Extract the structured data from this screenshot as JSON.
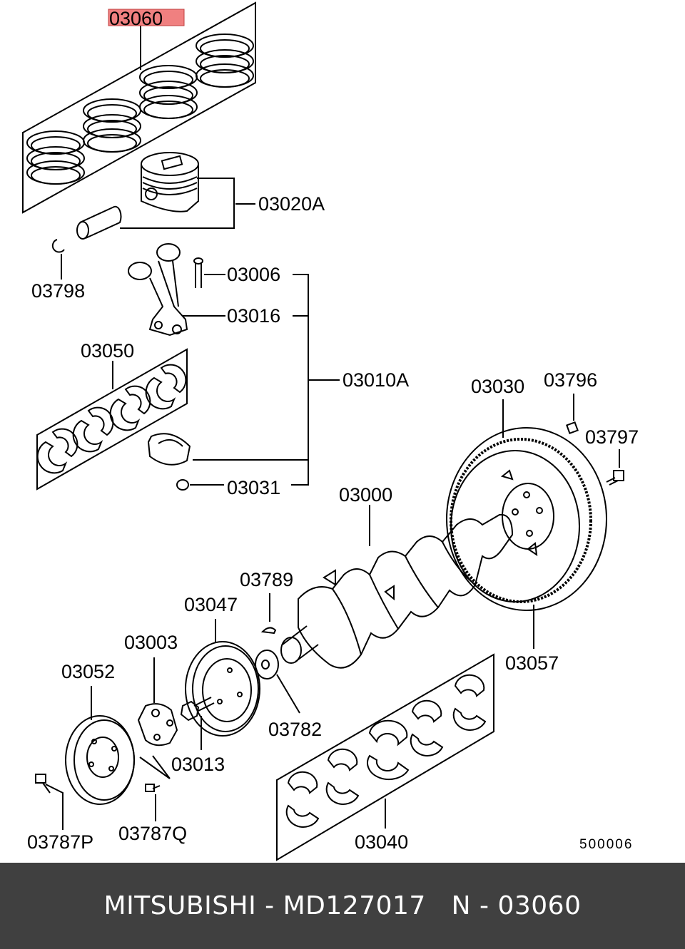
{
  "highlight_color": "#f08080",
  "footer_bg": "#404040",
  "labels": {
    "p03060": "03060",
    "p03020A": "03020A",
    "p03798": "03798",
    "p03006": "03006",
    "p03016": "03016",
    "p03050": "03050",
    "p03010A": "03010A",
    "p03030": "03030",
    "p03796": "03796",
    "p03797": "03797",
    "p03031": "03031",
    "p03000": "03000",
    "p03789": "03789",
    "p03047": "03047",
    "p03003": "03003",
    "p03052": "03052",
    "p03057": "03057",
    "p03782": "03782",
    "p03013": "03013",
    "p03787P": "03787P",
    "p03787Q": "03787Q",
    "p03040": "03040"
  },
  "diagram_code": "500006",
  "footer": {
    "text": "MITSUBISHI - MD127017   N - 03060"
  }
}
